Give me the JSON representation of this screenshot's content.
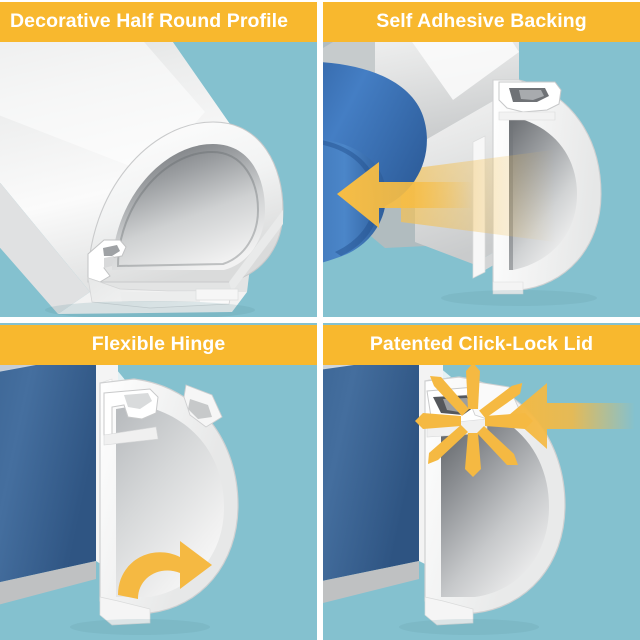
{
  "layout": {
    "rows": 2,
    "columns": 2,
    "panel_count": 4,
    "gutter_color": "#ffffff",
    "background_color": "#84c1cf"
  },
  "theme": {
    "header_bg": "#f8b82e",
    "header_text": "#ffffff",
    "scene_bg": "#84c1cf",
    "product_white": "#f4f4f2",
    "product_shadow": "#8e9094",
    "adhesive_blue": "#3f6a9e",
    "liner_blue": "#3d74b8",
    "arrow_orange": "#f5b942"
  },
  "panels": [
    {
      "id": "decorative-half-round-profile",
      "title": "Decorative Half Round Profile",
      "title_align": "left",
      "subject": "half-round cable raceway shown at an angle with hollow channel visible at the cut end",
      "annotations": []
    },
    {
      "id": "self-adhesive-backing",
      "title": "Self Adhesive Backing",
      "title_align": "center",
      "subject": "raceway base with blue protective liner being peeled away from the adhesive strip",
      "annotations": [
        {
          "type": "arrow-icon",
          "name": "peel-direction-arrow",
          "direction": "left",
          "color": "#f5b942"
        }
      ]
    },
    {
      "id": "flexible-hinge",
      "title": "Flexible Hinge",
      "title_align": "center",
      "subject": "open raceway base with blue adhesive strip, lid swinging on the living hinge",
      "annotations": [
        {
          "type": "curved-arrow-icon",
          "name": "hinge-rotation-arrow",
          "direction": "clockwise",
          "color": "#f5b942"
        }
      ]
    },
    {
      "id": "patented-click-lock-lid",
      "title": "Patented Click-Lock Lid",
      "title_align": "center",
      "subject": "lid snapping into the latch with a burst indicating the click-lock engaging",
      "annotations": [
        {
          "type": "burst-icon",
          "name": "click-lock-burst",
          "rays": 8,
          "color": "#f5b942"
        },
        {
          "type": "arrow-icon",
          "name": "close-direction-arrow",
          "direction": "left",
          "color": "#f5b942"
        }
      ]
    }
  ]
}
